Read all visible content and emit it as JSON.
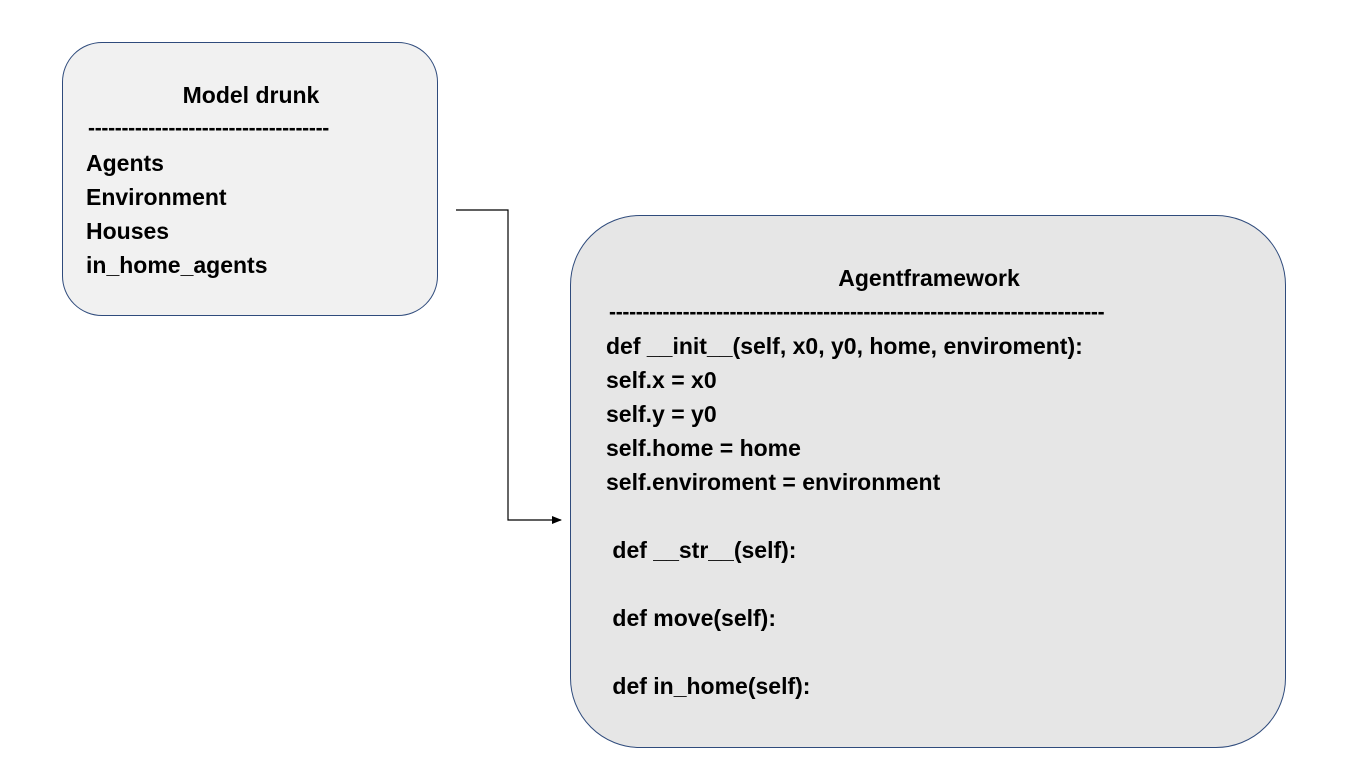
{
  "model_box": {
    "title": "Model drunk",
    "separator": "------------------------------------",
    "items": [
      "Agents",
      "Environment",
      "Houses",
      "in_home_agents"
    ]
  },
  "agent_box": {
    "title": "Agentframework",
    "separator": "--------------------------------------------------------------------------",
    "lines": [
      "def __init__(self, x0, y0, home, enviroment):",
      "self.x = x0",
      "self.y = y0",
      "self.home = home",
      "self.enviroment = environment",
      "",
      " def __str__(self):",
      "",
      " def move(self):",
      "",
      " def in_home(self):"
    ]
  },
  "colors": {
    "box_border": "#2f4b7c",
    "model_fill": "#f1f1f1",
    "agent_fill": "#e6e6e6",
    "connector": "#000000"
  }
}
